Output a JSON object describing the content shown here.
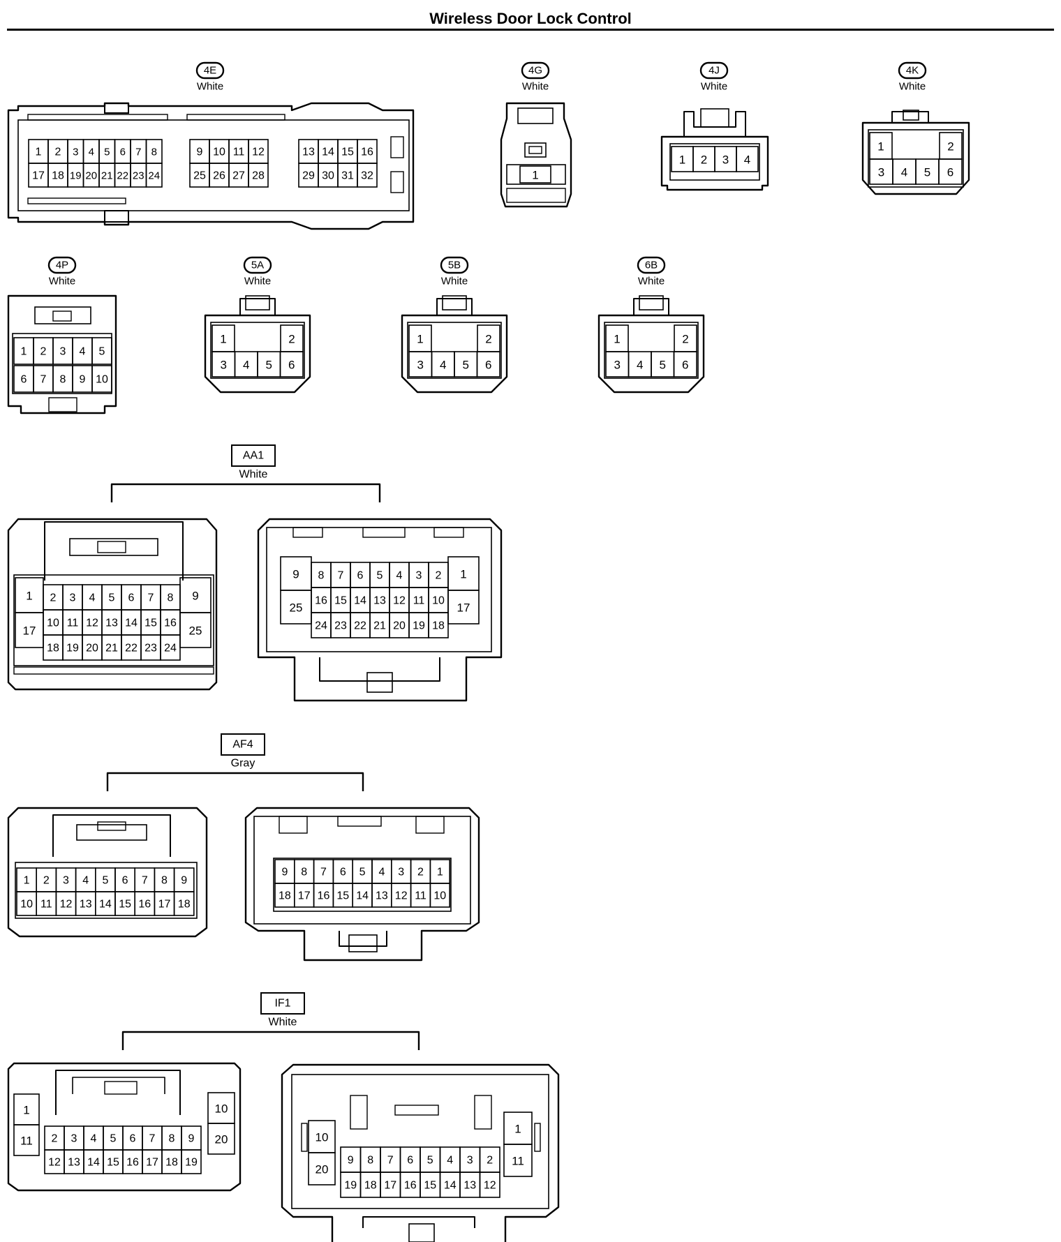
{
  "title": "Wireless Door Lock Control",
  "connectors": {
    "c4E": {
      "code": "4E",
      "color": "White",
      "pins": [
        "1",
        "2",
        "3",
        "4",
        "5",
        "6",
        "7",
        "8",
        "17",
        "18",
        "19",
        "20",
        "21",
        "22",
        "23",
        "24",
        "9",
        "10",
        "11",
        "12",
        "25",
        "26",
        "27",
        "28",
        "13",
        "14",
        "15",
        "16",
        "29",
        "30",
        "31",
        "32"
      ]
    },
    "c4G": {
      "code": "4G",
      "color": "White",
      "pins": [
        "1"
      ]
    },
    "c4J": {
      "code": "4J",
      "color": "White",
      "pins": [
        "1",
        "2",
        "3",
        "4"
      ]
    },
    "c4K": {
      "code": "4K",
      "color": "White",
      "pins": [
        "1",
        "2",
        "3",
        "4",
        "5",
        "6"
      ]
    },
    "c4P": {
      "code": "4P",
      "color": "White",
      "pins": [
        "1",
        "2",
        "3",
        "4",
        "5",
        "6",
        "7",
        "8",
        "9",
        "10"
      ]
    },
    "c5A": {
      "code": "5A",
      "color": "White",
      "pins": [
        "1",
        "2",
        "3",
        "4",
        "5",
        "6"
      ]
    },
    "c5B": {
      "code": "5B",
      "color": "White",
      "pins": [
        "1",
        "2",
        "3",
        "4",
        "5",
        "6"
      ]
    },
    "c6B": {
      "code": "6B",
      "color": "White",
      "pins": [
        "1",
        "2",
        "3",
        "4",
        "5",
        "6"
      ]
    },
    "AA1": {
      "code": "AA1",
      "color": "White",
      "left_pins": [
        "1",
        "17",
        "2",
        "3",
        "4",
        "5",
        "6",
        "7",
        "8",
        "10",
        "11",
        "12",
        "13",
        "14",
        "15",
        "16",
        "18",
        "19",
        "20",
        "21",
        "22",
        "23",
        "24",
        "9",
        "25"
      ],
      "right_pins": [
        "9",
        "25",
        "8",
        "7",
        "6",
        "5",
        "4",
        "3",
        "2",
        "16",
        "15",
        "14",
        "13",
        "12",
        "11",
        "10",
        "24",
        "23",
        "22",
        "21",
        "20",
        "19",
        "18",
        "1",
        "17"
      ]
    },
    "AF4": {
      "code": "AF4",
      "color": "Gray",
      "left_pins": [
        "1",
        "2",
        "3",
        "4",
        "5",
        "6",
        "7",
        "8",
        "9",
        "10",
        "11",
        "12",
        "13",
        "14",
        "15",
        "16",
        "17",
        "18"
      ],
      "right_pins": [
        "9",
        "8",
        "7",
        "6",
        "5",
        "4",
        "3",
        "2",
        "1",
        "18",
        "17",
        "16",
        "15",
        "14",
        "13",
        "12",
        "11",
        "10"
      ]
    },
    "IF1": {
      "code": "IF1",
      "color": "White",
      "left_pins": [
        "1",
        "11",
        "2",
        "3",
        "4",
        "5",
        "6",
        "7",
        "8",
        "9",
        "12",
        "13",
        "14",
        "15",
        "16",
        "17",
        "18",
        "19",
        "10",
        "20"
      ],
      "right_pins": [
        "10",
        "20",
        "9",
        "8",
        "7",
        "6",
        "5",
        "4",
        "3",
        "2",
        "19",
        "18",
        "17",
        "16",
        "15",
        "14",
        "13",
        "12",
        "1",
        "11"
      ]
    }
  }
}
